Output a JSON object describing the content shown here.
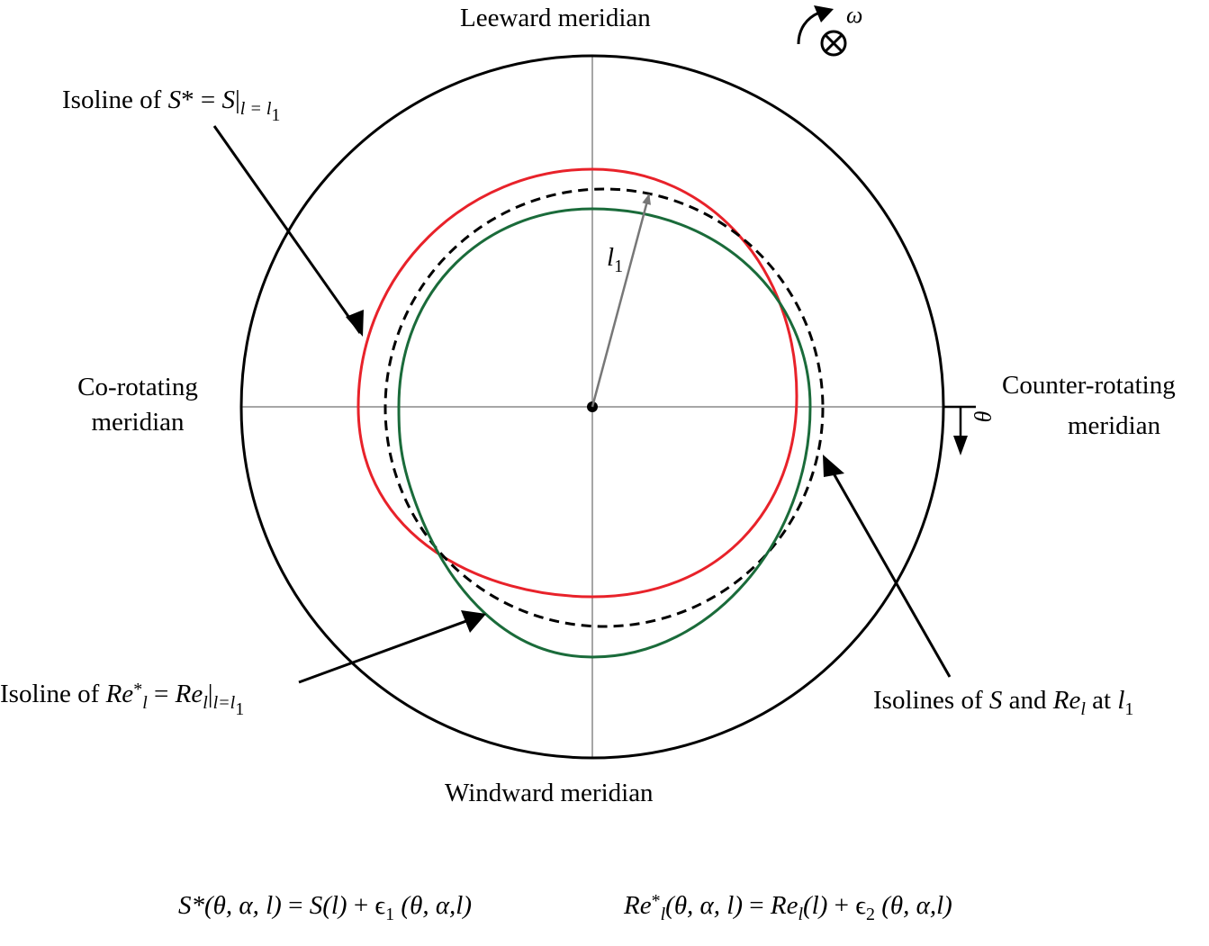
{
  "labels": {
    "leeward": "Leeward meridian",
    "windward": "Windward meridian",
    "corotating_1": "Co-rotating",
    "corotating_2": "meridian",
    "counterrotating_1": "Counter-rotating",
    "counterrotating_2": "meridian",
    "omega": "ω",
    "theta": "θ",
    "l1": "l",
    "l1_sub": "1"
  },
  "annotations": {
    "s_isoline": {
      "prefix": "Isoline of ",
      "s": "S",
      "star": "*",
      "eq": " = ",
      "s2": "S",
      "bar": "|",
      "sub": "l = l",
      "sub_sub": "1"
    },
    "re_isoline": {
      "prefix": "Isoline of ",
      "re": "Re",
      "re_sub": "l",
      "star": "*",
      "eq": " = ",
      "re2": "Re",
      "re2_sub": "l",
      "bar": "|",
      "sub": "l=l",
      "sub_sub": "1"
    },
    "both_isolines": {
      "prefix": "Isolines of ",
      "s": "S",
      "and": " and ",
      "re": "Re",
      "re_sub": "l",
      "at": " at ",
      "l": "l",
      "l_sub": "1"
    }
  },
  "equations": {
    "eq1": {
      "lhs": "S*(θ, α, l)",
      "eq": " = ",
      "rhs1": "S(l)",
      "plus": " + ϵ",
      "eps_sub": "1",
      "args": " (θ, α,l)"
    },
    "eq2": {
      "lhs": "Re",
      "lhs_sub": "l",
      "lhs_sup": "*",
      "lhs_args": "(θ, α, l)",
      "eq": " = ",
      "rhs1": "Re",
      "rhs1_sub": "l",
      "rhs1_args": "(l)",
      "plus": " + ϵ",
      "eps_sub": "2",
      "args": " (θ, α,l)"
    }
  },
  "colors": {
    "red": "#e8222a",
    "green": "#1a6b3a",
    "axis": "#888888"
  }
}
